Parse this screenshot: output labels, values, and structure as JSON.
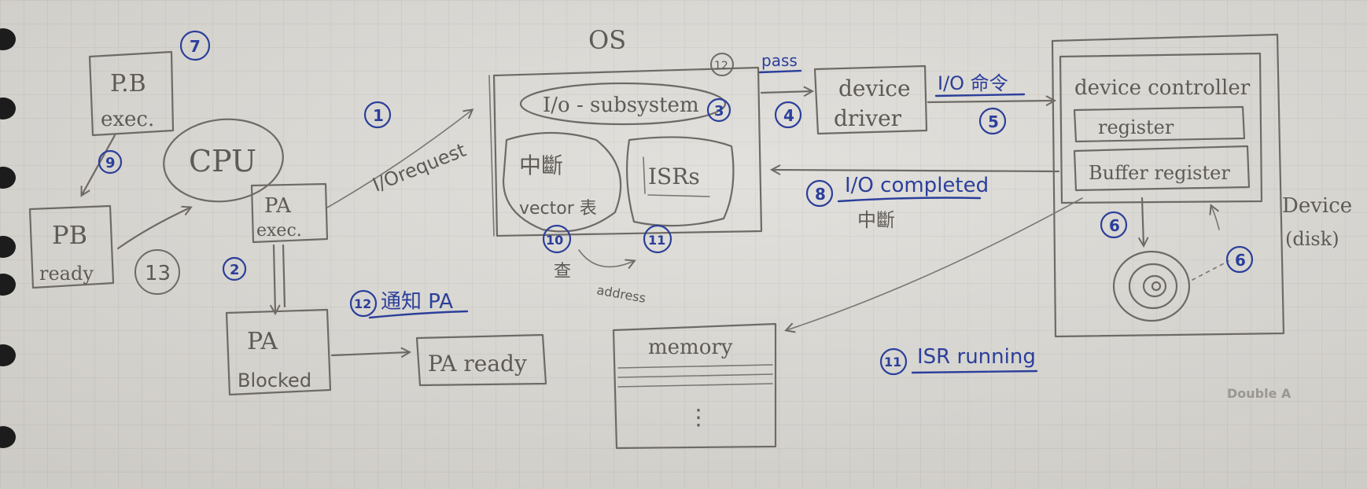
{
  "labels": {
    "os": "OS",
    "pass": "pass",
    "io_subsystem": "I/o - subsystem",
    "interrupt_vector_top": "中斷",
    "interrupt_vector_bottom": "vector 表",
    "isrs": "ISRs",
    "device_driver_1": "device",
    "device_driver_2": "driver",
    "io_command": "I/O 命令",
    "device_controller": "device controller",
    "register": "register",
    "buffer_register": "Buffer register",
    "device": "Device",
    "disk": "(disk)",
    "pb_exec_1": "P.B",
    "pb_exec_2": "exec.",
    "cpu": "CPU",
    "pa_exec_1": "PA",
    "pa_exec_2": "exec.",
    "pb_ready_1": "PB",
    "pb_ready_2": "ready",
    "io_request": "I/Orequest",
    "pa_blocked_1": "PA",
    "pa_blocked_2": "Blocked",
    "pa_ready": "PA ready",
    "notify_pa": "通知 PA",
    "io_completed": "I/O completed",
    "interrupt": "中斷",
    "lookup": "查",
    "address": "address",
    "memory": "memory",
    "memory_dots": "⋮",
    "isr_running": "ISR running",
    "brand": "Double A"
  },
  "steps": {
    "s1": "1",
    "s2": "2",
    "s3": "3",
    "s4": "4",
    "s5": "5",
    "s6a": "6",
    "s6b": "6",
    "s7": "7",
    "s8": "8",
    "s9": "9",
    "s10": "10",
    "s11a": "11",
    "s11b": "11",
    "s12a": "12",
    "s12b": "12",
    "s13": "13"
  },
  "colors": {
    "paper": "#dcdad5",
    "grid": "#c7c4bf",
    "pencil": "#6e6a66",
    "blue_pen": "#2b3f9a",
    "binder_holes": "#1c1c1c"
  }
}
